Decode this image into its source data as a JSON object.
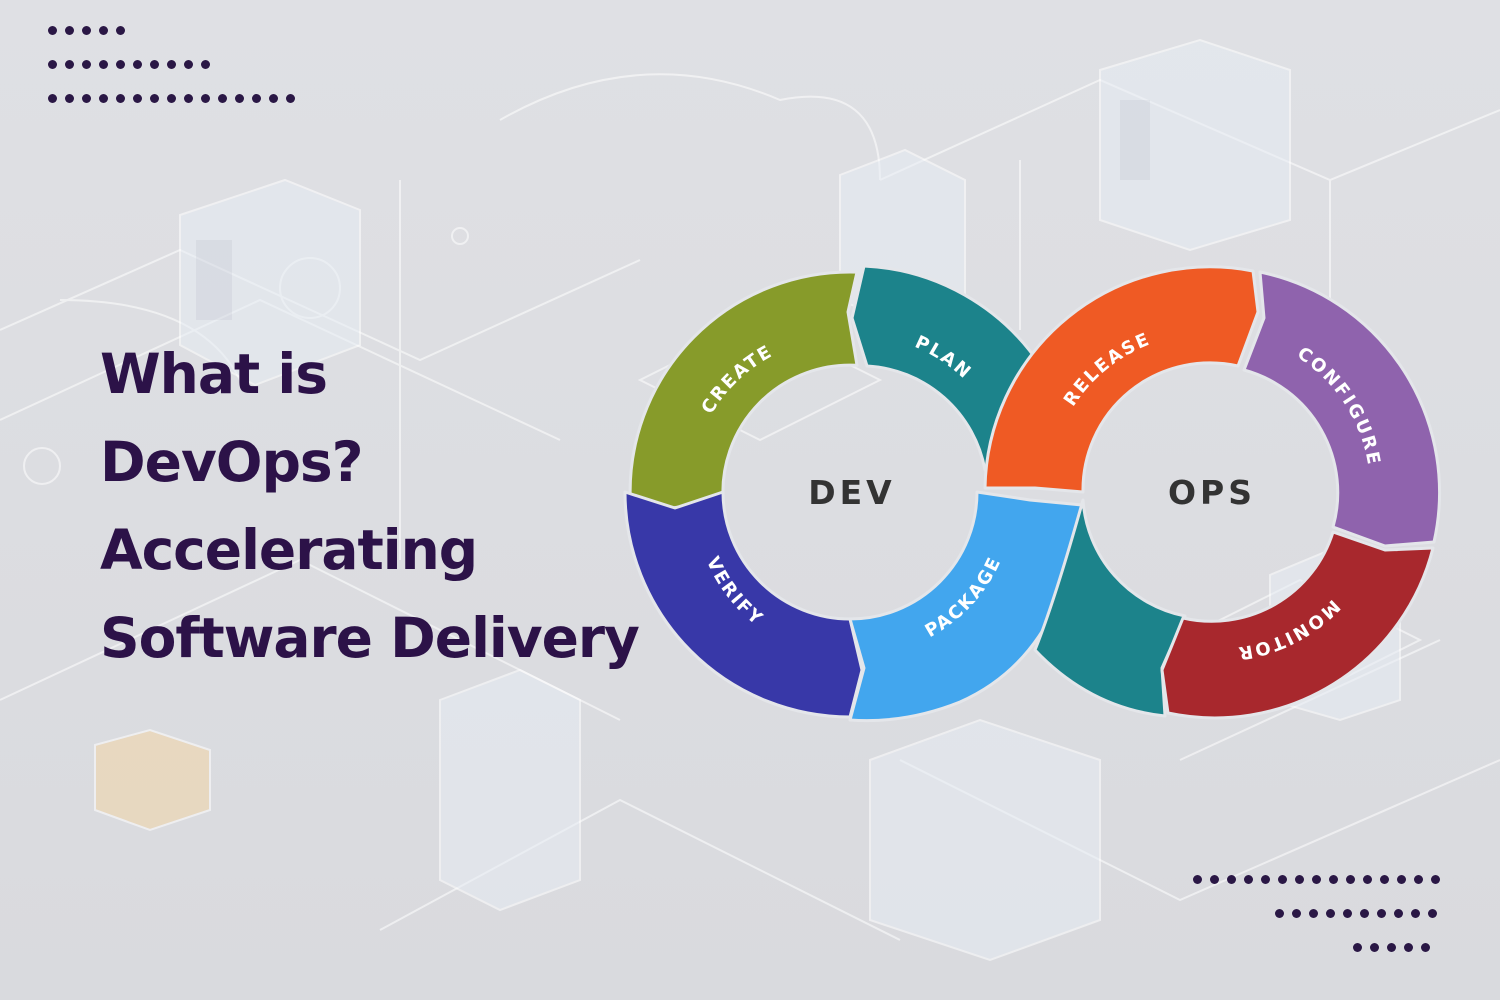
{
  "headline": {
    "line1": "What is",
    "line2": "DevOps?",
    "line3": "Accelerating",
    "line4": "Software Delivery"
  },
  "colors": {
    "headline": "#2c1248",
    "dots": "#2a1745",
    "create": "#879b2a",
    "plan": "#1c838b",
    "verify": "#3838a8",
    "package": "#42a6ee",
    "release": "#ef5a24",
    "configure": "#8f63ad",
    "monitor": "#a8282d",
    "ops_teal": "#1c838b"
  },
  "diagram": {
    "dev_label": "DEV",
    "ops_label": "OPS",
    "stages": {
      "create": "CREATE",
      "plan": "PLAN",
      "verify": "VERIFY",
      "package": "PACKAGE",
      "release": "RELEASE",
      "configure": "CONFIGURE",
      "monitor": "MONITOR"
    }
  }
}
